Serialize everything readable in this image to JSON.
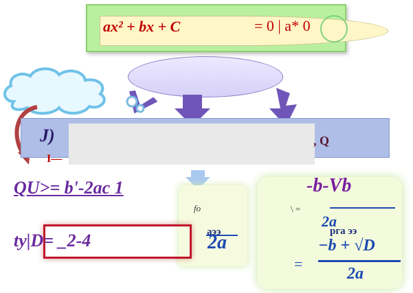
{
  "equation": {
    "lhs": "ax² + bx + C",
    "rhs": "= 0 | a* 0"
  },
  "labels": {
    "j": "J)",
    "q": ", Q",
    "i": "I—",
    "qu": "QU>= b'-2ac 1",
    "ty": "ty|D= _2-4",
    "fo": "fo",
    "aee": "аээ",
    "big2a": "2a",
    "backslash": "\\ =",
    "bvb": "-b-Vb",
    "frac_r": "2a",
    "rga": "рга ээ",
    "eq": "=",
    "frac_num": "−b + √D",
    "frac_den": "2a"
  },
  "colors": {
    "top_box": "#b9f0a0",
    "band": "#aebee6",
    "formula_red": "#c00000",
    "purple": "#6a2aa0",
    "blue": "#1a4ab0"
  },
  "icons": [
    "cloud-icon",
    "arrow-down-icon",
    "curved-arrow-icon"
  ]
}
